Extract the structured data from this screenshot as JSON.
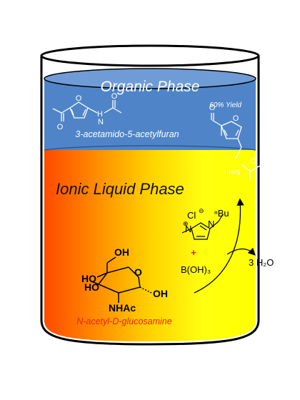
{
  "organic_phase": {
    "title": "Organic Phase",
    "yield": "60% Yield",
    "product_name": "3-acetamido-5-acetylfuran"
  },
  "ionic_phase": {
    "title": "Ionic Liquid Phase"
  },
  "reagents": {
    "anion": "Cl",
    "anion_charge": "⊖",
    "cation_charge": "⊕",
    "butyl": "ⁿBu",
    "nitrogen": "N",
    "plus_sign": "+",
    "boric_acid": "B(OH)₃",
    "water": "3 H₂O"
  },
  "substrate": {
    "oh_top": "OH",
    "ho_left": "HO",
    "ho_lower": "HO",
    "oh_right": "OH",
    "ring_o": "O",
    "nhac": "NHAc",
    "name": "N-acetyl-D-glucosamine"
  },
  "furan_labels": {
    "o_ring": "O",
    "o_ketone": "O",
    "h": "H",
    "n": "N",
    "o_amide": "O",
    "hn": "HN"
  },
  "colors": {
    "organic_blue": "#4f85c8",
    "gradient_start": "#ff5a00",
    "gradient_end": "#ffff00",
    "red_text": "#e8221b"
  }
}
